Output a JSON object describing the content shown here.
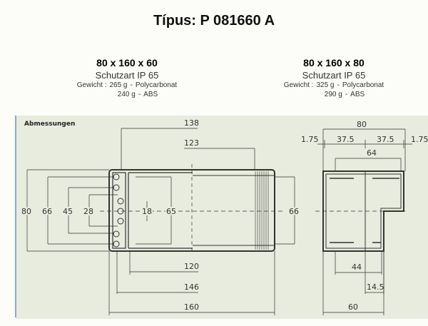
{
  "title": "Típus: P 081660 A",
  "variants": [
    {
      "size": "80 x 160 x 60",
      "protection": "Schutzart IP 65",
      "weight_label": "Gewicht :",
      "weights": [
        {
          "value": "265 g",
          "material": "Polycarbonat"
        },
        {
          "value": "240 g",
          "material": "ABS"
        }
      ]
    },
    {
      "size": "80 x 160 x 80",
      "protection": "Schutzart IP 65",
      "weight_label": "Gewicht :",
      "weights": [
        {
          "value": "325 g",
          "material": "Polycarbonat"
        },
        {
          "value": "290 g",
          "material": "ABS"
        }
      ]
    }
  ],
  "drawing": {
    "heading": "Abmessungen",
    "top_view": {
      "d138": "138",
      "d123": "123",
      "d80": "80",
      "d66": "66",
      "d45": "45",
      "d28": "28",
      "d18": "18",
      "d65": "65",
      "d120": "120",
      "d146": "146",
      "d160": "160"
    },
    "side_view": {
      "d66": "66",
      "d80": "80",
      "d1_75a": "1.75",
      "d37_5a": "37.5",
      "d37_5b": "37.5",
      "d1_75b": "1.75",
      "d64": "64",
      "d44": "44",
      "d14_5": "14.5",
      "d60": "60"
    }
  }
}
